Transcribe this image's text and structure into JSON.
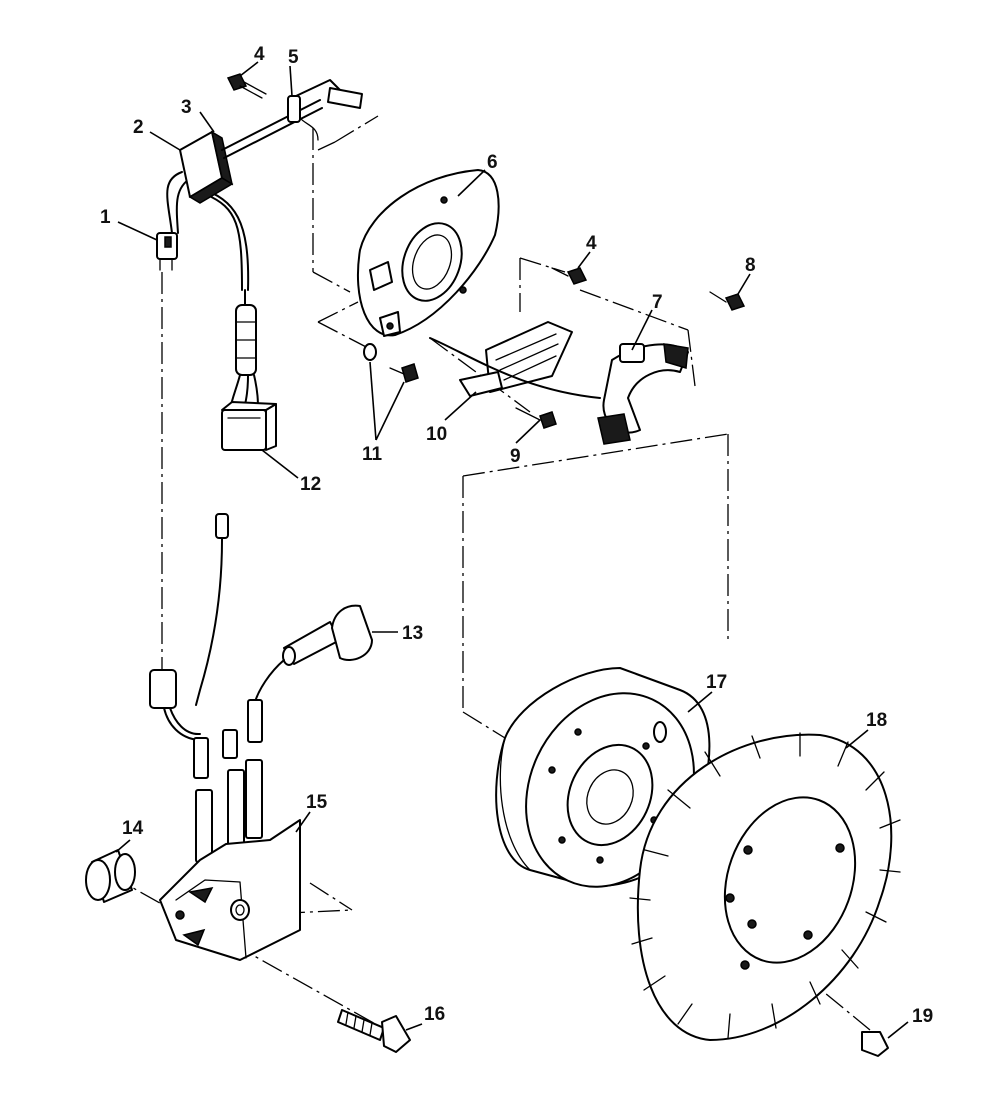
{
  "diagram": {
    "callouts": [
      {
        "id": "c1",
        "text": "1"
      },
      {
        "id": "c2",
        "text": "2"
      },
      {
        "id": "c3",
        "text": "3"
      },
      {
        "id": "c4a",
        "text": "4"
      },
      {
        "id": "c4b",
        "text": "4"
      },
      {
        "id": "c5",
        "text": "5"
      },
      {
        "id": "c6",
        "text": "6"
      },
      {
        "id": "c7",
        "text": "7"
      },
      {
        "id": "c8",
        "text": "8"
      },
      {
        "id": "c9",
        "text": "9"
      },
      {
        "id": "c10",
        "text": "10"
      },
      {
        "id": "c11",
        "text": "11"
      },
      {
        "id": "c12",
        "text": "12"
      },
      {
        "id": "c13",
        "text": "13"
      },
      {
        "id": "c14",
        "text": "14"
      },
      {
        "id": "c15",
        "text": "15"
      },
      {
        "id": "c16",
        "text": "16"
      },
      {
        "id": "c17",
        "text": "17"
      },
      {
        "id": "c18",
        "text": "18"
      },
      {
        "id": "c19",
        "text": "19"
      }
    ]
  }
}
